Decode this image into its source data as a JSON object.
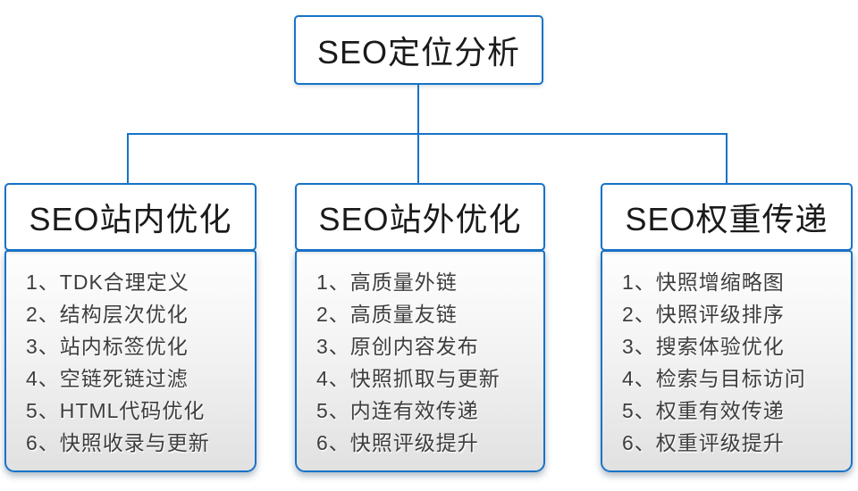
{
  "diagram": {
    "root": {
      "title": "SEO定位分析"
    },
    "columns": [
      {
        "title": "SEO站内优化",
        "items": [
          "1、TDK合理定义",
          "2、结构层次优化",
          "3、站内标签优化",
          "4、空链死链过滤",
          "5、HTML代码优化",
          "6、快照收录与更新"
        ]
      },
      {
        "title": "SEO站外优化",
        "items": [
          "1、高质量外链",
          "2、高质量友链",
          "3、原创内容发布",
          "4、快照抓取与更新",
          "5、内连有效传递",
          "6、快照评级提升"
        ]
      },
      {
        "title": "SEO权重传递",
        "items": [
          "1、快照增缩略图",
          "2、快照评级排序",
          "3、搜索体验优化",
          "4、检索与目标访问",
          "5、权重有效传递",
          "6、权重评级提升"
        ]
      }
    ],
    "colors": {
      "accent": "#1673c8",
      "list_text": "#3e3e3e",
      "header_text": "#1a1a1a",
      "background": "#ffffff"
    }
  }
}
